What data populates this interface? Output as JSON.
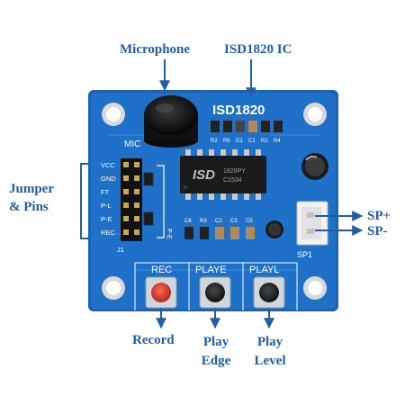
{
  "callouts": {
    "microphone": "Microphone",
    "ic": "ISD1820 IC",
    "jumper_line1": "Jumper",
    "jumper_line2": "& Pins",
    "sp_plus": "SP+",
    "sp_minus": "SP-",
    "record": "Record",
    "play_edge_line1": "Play",
    "play_edge_line2": "Edge",
    "play_level_line1": "Play",
    "play_level_line2": "Level"
  },
  "board": {
    "silkscreen_title": "ISD1820",
    "mic_label": "MIC",
    "chip_text_1": "ISD",
    "chip_text_2": "1820PY",
    "chip_text_3": "C1534",
    "j1_label": "J1",
    "pe_label": "P-E",
    "sp1_label": "SP1",
    "pins": [
      "VCC",
      "GND",
      "FT",
      "P-L",
      "P-E",
      "REC"
    ],
    "resistor_labels_top": [
      "R2",
      "R5",
      "D1",
      "C1",
      "R1",
      "R4"
    ],
    "resistor_labels_bottom": [
      "C6",
      "R3",
      "C2",
      "C3",
      "C5"
    ],
    "button_labels": [
      "REC",
      "PLAYE",
      "PLAYL"
    ]
  },
  "colors": {
    "pcb": "#1d6fc4",
    "callout_text": "#1f5fa8",
    "arrow": "#1f5fa8",
    "rec_button": "#d23a2c"
  }
}
